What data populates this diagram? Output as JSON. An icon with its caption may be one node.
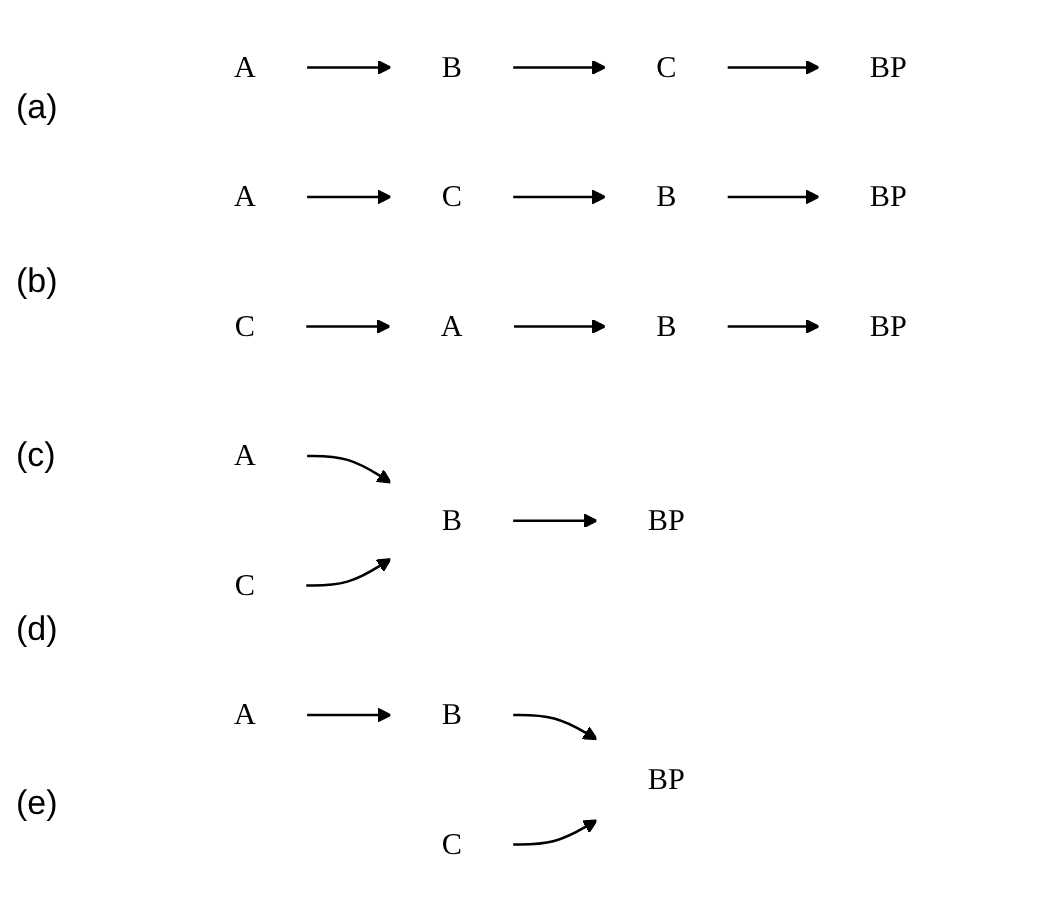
{
  "diagram": {
    "nodes": [
      {
        "text": [
          "A"
        ]
      },
      {
        "text": [
          "B"
        ]
      },
      {
        "text": [
          "C"
        ]
      },
      {
        "text": [
          "BP"
        ]
      },
      {
        "text": [
          "A"
        ]
      },
      {
        "text": [
          "C"
        ]
      },
      {
        "text": [
          "B"
        ]
      },
      {
        "text": [
          "BP"
        ]
      },
      {
        "text": [
          "C"
        ]
      },
      {
        "text": [
          "A"
        ]
      },
      {
        "text": [
          "B"
        ]
      },
      {
        "text": [
          "BP"
        ]
      },
      {
        "text": [
          "A"
        ]
      },
      {
        "text": [
          "C"
        ]
      },
      {
        "text": [
          "B"
        ]
      },
      {
        "text": [
          "BP"
        ]
      },
      {
        "text": [
          "A"
        ]
      },
      {
        "text": [
          "B"
        ]
      },
      {
        "text": [
          "C"
        ]
      },
      {
        "text": [
          "BP"
        ]
      }
    ],
    "edges": [
      {
        "from": 0,
        "to": 1,
        "arrow": "to"
      },
      {
        "from": 1,
        "to": 2,
        "arrow": "to"
      },
      {
        "from": 2,
        "to": 3,
        "arrow": "to"
      },
      {
        "from": 4,
        "to": 5,
        "arrow": "to"
      },
      {
        "from": 5,
        "to": 6,
        "arrow": "to"
      },
      {
        "from": 6,
        "to": 7,
        "arrow": "to"
      },
      {
        "from": 8,
        "to": 9,
        "arrow": "to"
      },
      {
        "from": 9,
        "to": 10,
        "arrow": "to"
      },
      {
        "from": 10,
        "to": 11,
        "arrow": "to"
      },
      {
        "from": 12,
        "to": 14,
        "arrow": "to"
      },
      {
        "from": 13,
        "to": 14,
        "arrow": "to"
      },
      {
        "from": 14,
        "to": 15,
        "arrow": "to"
      },
      {
        "from": 16,
        "to": 17,
        "arrow": "to"
      },
      {
        "from": 17,
        "to": 19,
        "arrow": "to"
      },
      {
        "from": 18,
        "to": 19,
        "arrow": "to"
      }
    ],
    "labels": [
      "(a)",
      "(b)",
      "(c)",
      "(d)",
      "(e)"
    ]
  }
}
